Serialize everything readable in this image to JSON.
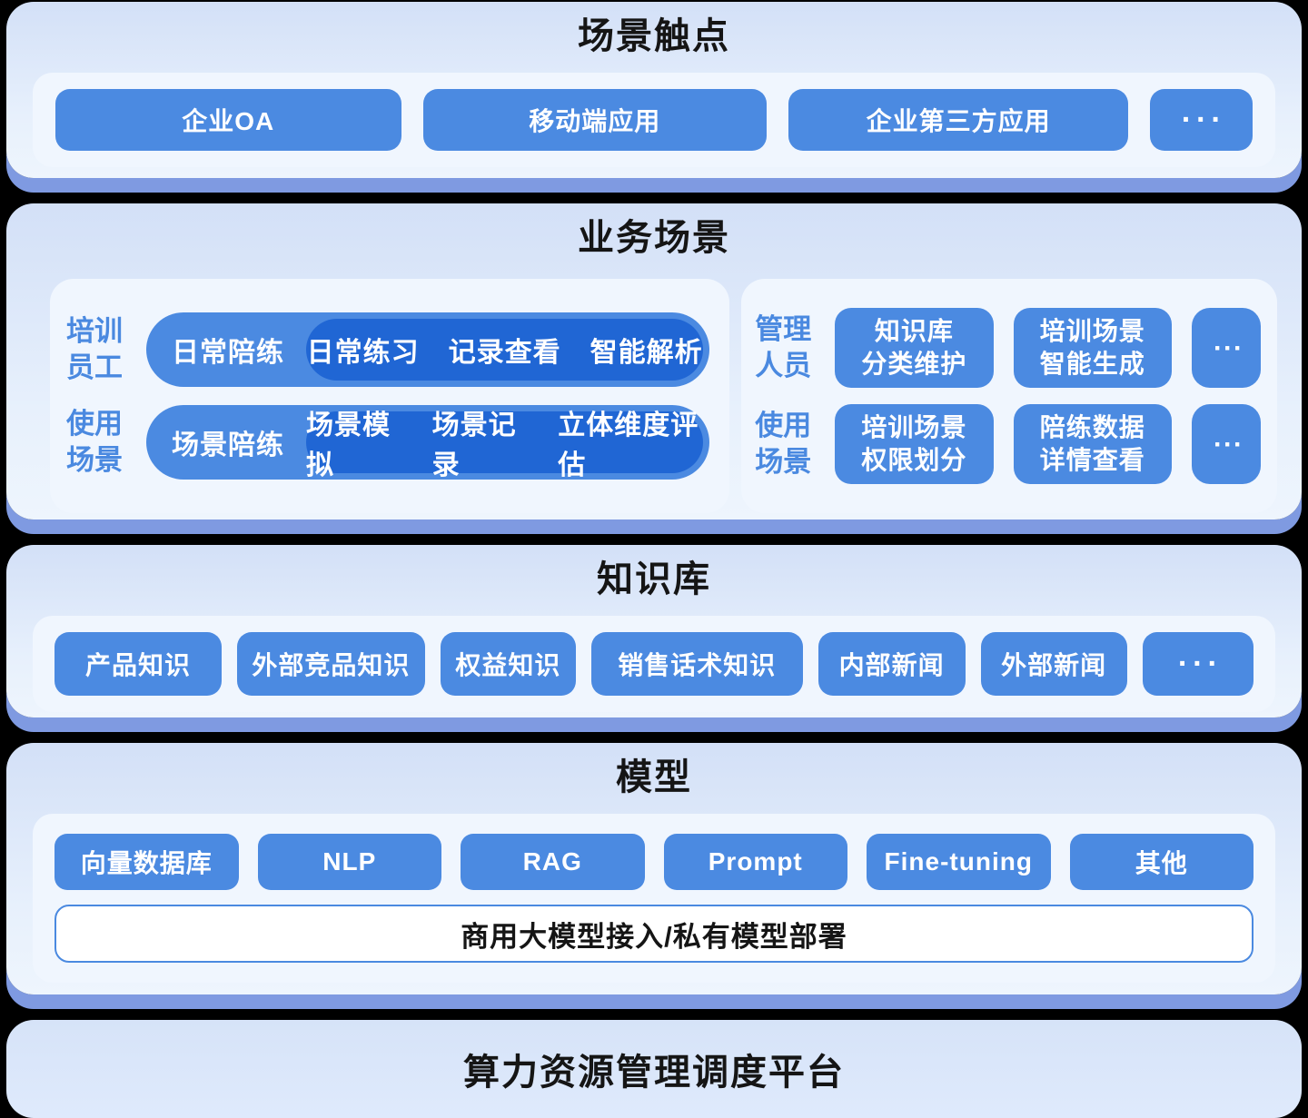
{
  "sections": {
    "touchpoints": {
      "title": "场景触点",
      "items": [
        "企业OA",
        "移动端应用",
        "企业第三方应用",
        "···"
      ]
    },
    "business": {
      "title": "业务场景",
      "left": {
        "rows": [
          {
            "label": "培训\n员工",
            "pill": "日常陪练",
            "inner": [
              "日常练习",
              "记录查看",
              "智能解析"
            ]
          },
          {
            "label": "使用\n场景",
            "pill": "场景陪练",
            "inner": [
              "场景模拟",
              "场景记录",
              "立体维度评估"
            ]
          }
        ]
      },
      "right": {
        "rows": [
          {
            "label": "管理\n人员",
            "buttons": [
              "知识库\n分类维护",
              "培训场景\n智能生成"
            ],
            "more": "···"
          },
          {
            "label": "使用\n场景",
            "buttons": [
              "培训场景\n权限划分",
              "陪练数据\n详情查看"
            ],
            "more": "···"
          }
        ]
      }
    },
    "knowledge": {
      "title": "知识库",
      "items": [
        "产品知识",
        "外部竞品知识",
        "权益知识",
        "销售话术知识",
        "内部新闻",
        "外部新闻",
        "···"
      ]
    },
    "model": {
      "title": "模型",
      "items": [
        "向量数据库",
        "NLP",
        "RAG",
        "Prompt",
        "Fine-tuning",
        "其他"
      ],
      "bar": "商用大模型接入/私有模型部署"
    },
    "platform": {
      "title": "算力资源管理调度平台"
    }
  },
  "colors": {
    "shadow": "#7f9ae1",
    "panel": "#f0f6fe",
    "btn": "#4b8ae1",
    "deep": "#2066d4",
    "title": "#151515",
    "label": "#4a89e0",
    "barborder": "#4a89e0"
  }
}
